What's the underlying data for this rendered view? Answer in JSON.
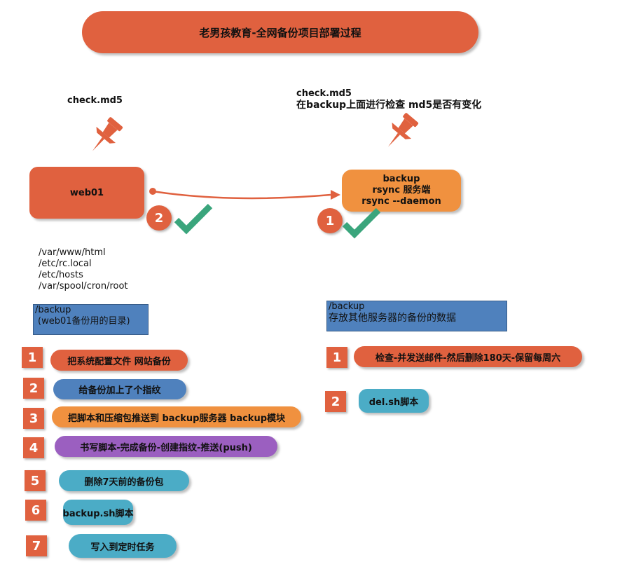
{
  "title": "老男孩教育-全网备份项目部署过程",
  "left_note": "check.md5",
  "right_note_line1": "check.md5",
  "right_note_line2": "在backup上面进行检查 md5是否有变化",
  "web01": {
    "label": "web01",
    "badge": "2"
  },
  "backup_server": {
    "line1": "backup",
    "line2": "rsync 服务端",
    "line3": "rsync --daemon",
    "badge": "1"
  },
  "web01_paths": [
    "/var/www/html",
    "/etc/rc.local",
    "/etc/hosts",
    "/var/spool/cron/root"
  ],
  "web01_backup_box": {
    "line1": "/backup",
    "line2": "(web01备份用的目录)"
  },
  "backup_box": {
    "line1": "/backup",
    "line2": "存放其他服务器的备份的数据"
  },
  "left_steps": [
    {
      "num": "1",
      "text": "把系统配置文件 网站备份",
      "color": "#e0613f"
    },
    {
      "num": "2",
      "text": "给备份加上了个指纹",
      "color": "#4f81bd"
    },
    {
      "num": "3",
      "text": "把脚本和压缩包推送到 backup服务器 backup模块",
      "color": "#f0913f"
    },
    {
      "num": "4",
      "text": "书写脚本-完成备份-创建指纹-推送(push)",
      "color": "#9b5fc0"
    },
    {
      "num": "5",
      "text": "删除7天前的备份包",
      "color": "#4bacc6"
    },
    {
      "num": "6",
      "text": "backup.sh脚本",
      "color": "#4bacc6"
    },
    {
      "num": "7",
      "text": "写入到定时任务",
      "color": "#4bacc6"
    }
  ],
  "right_steps": [
    {
      "num": "1",
      "text": "检查-并发送邮件-然后删除180天-保留每周六",
      "color": "#e0613f"
    },
    {
      "num": "2",
      "text": "del.sh脚本",
      "color": "#4bacc6"
    }
  ],
  "colors": {
    "red": "#e0613f",
    "orange": "#f0913f",
    "green": "#3aa57c",
    "blue": "#4f81bd"
  }
}
